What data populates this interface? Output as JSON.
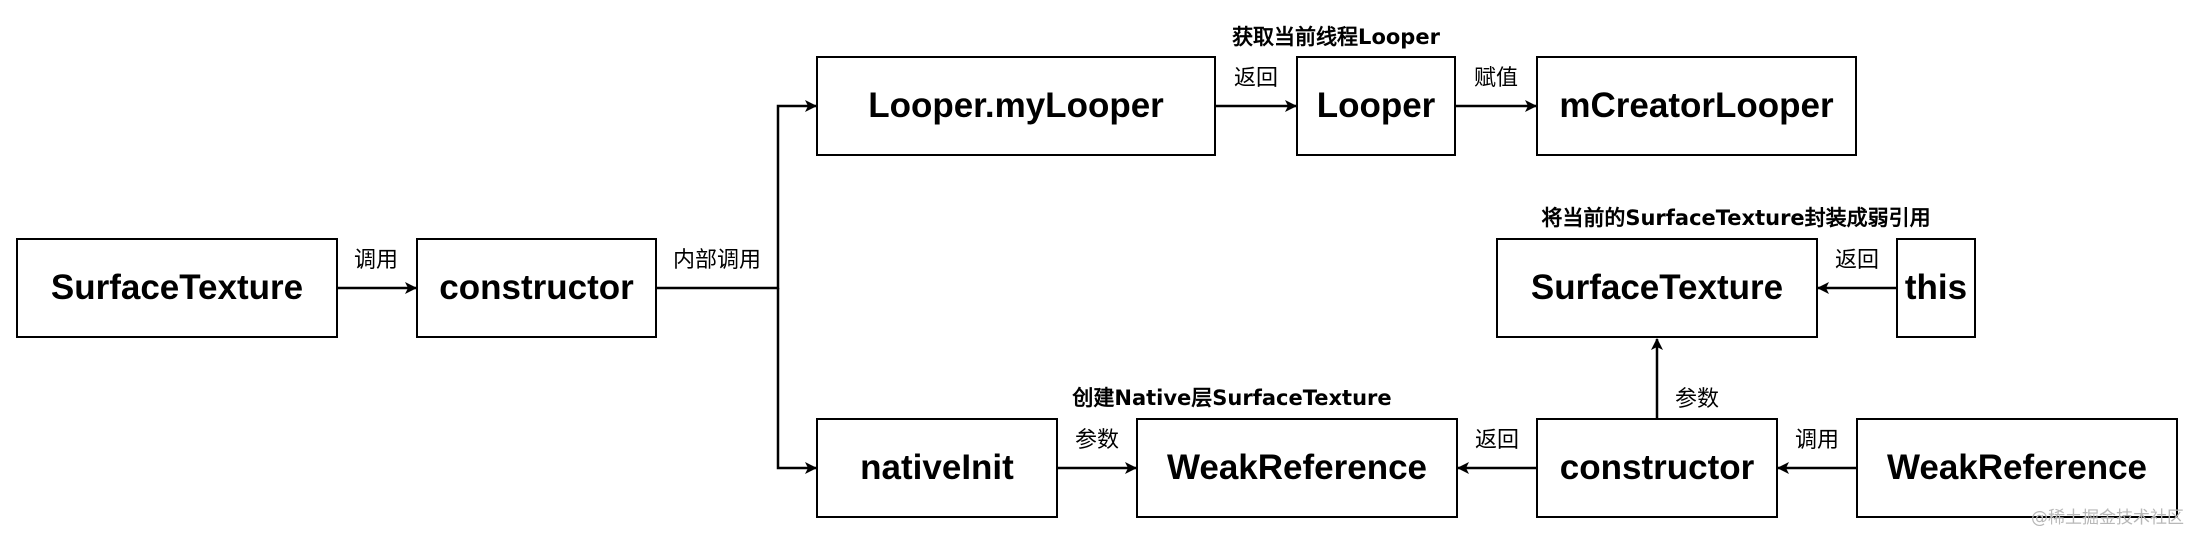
{
  "nodes": {
    "surface_texture_left": "SurfaceTexture",
    "constructor_left": "constructor",
    "looper_mylooper": "Looper.myLooper",
    "looper": "Looper",
    "m_creator_looper": "mCreatorLooper",
    "native_init": "nativeInit",
    "weak_reference_mid": "WeakReference",
    "constructor_right": "constructor",
    "weak_reference_right": "WeakReference",
    "surface_texture_right": "SurfaceTexture",
    "this_node": "this"
  },
  "edge_labels": {
    "call_1": "调用",
    "internal_call": "内部调用",
    "return_1": "返回",
    "assign": "赋值",
    "return_2": "返回",
    "params_1": "参数",
    "return_3": "返回",
    "call_2": "调用",
    "params_2": "参数"
  },
  "notes": {
    "get_looper": "获取当前线程Looper",
    "wrap_weak": "将当前的SurfaceTexture封装成弱引用",
    "create_native": "创建Native层SurfaceTexture"
  },
  "watermark": "@稀土掘金技术社区"
}
